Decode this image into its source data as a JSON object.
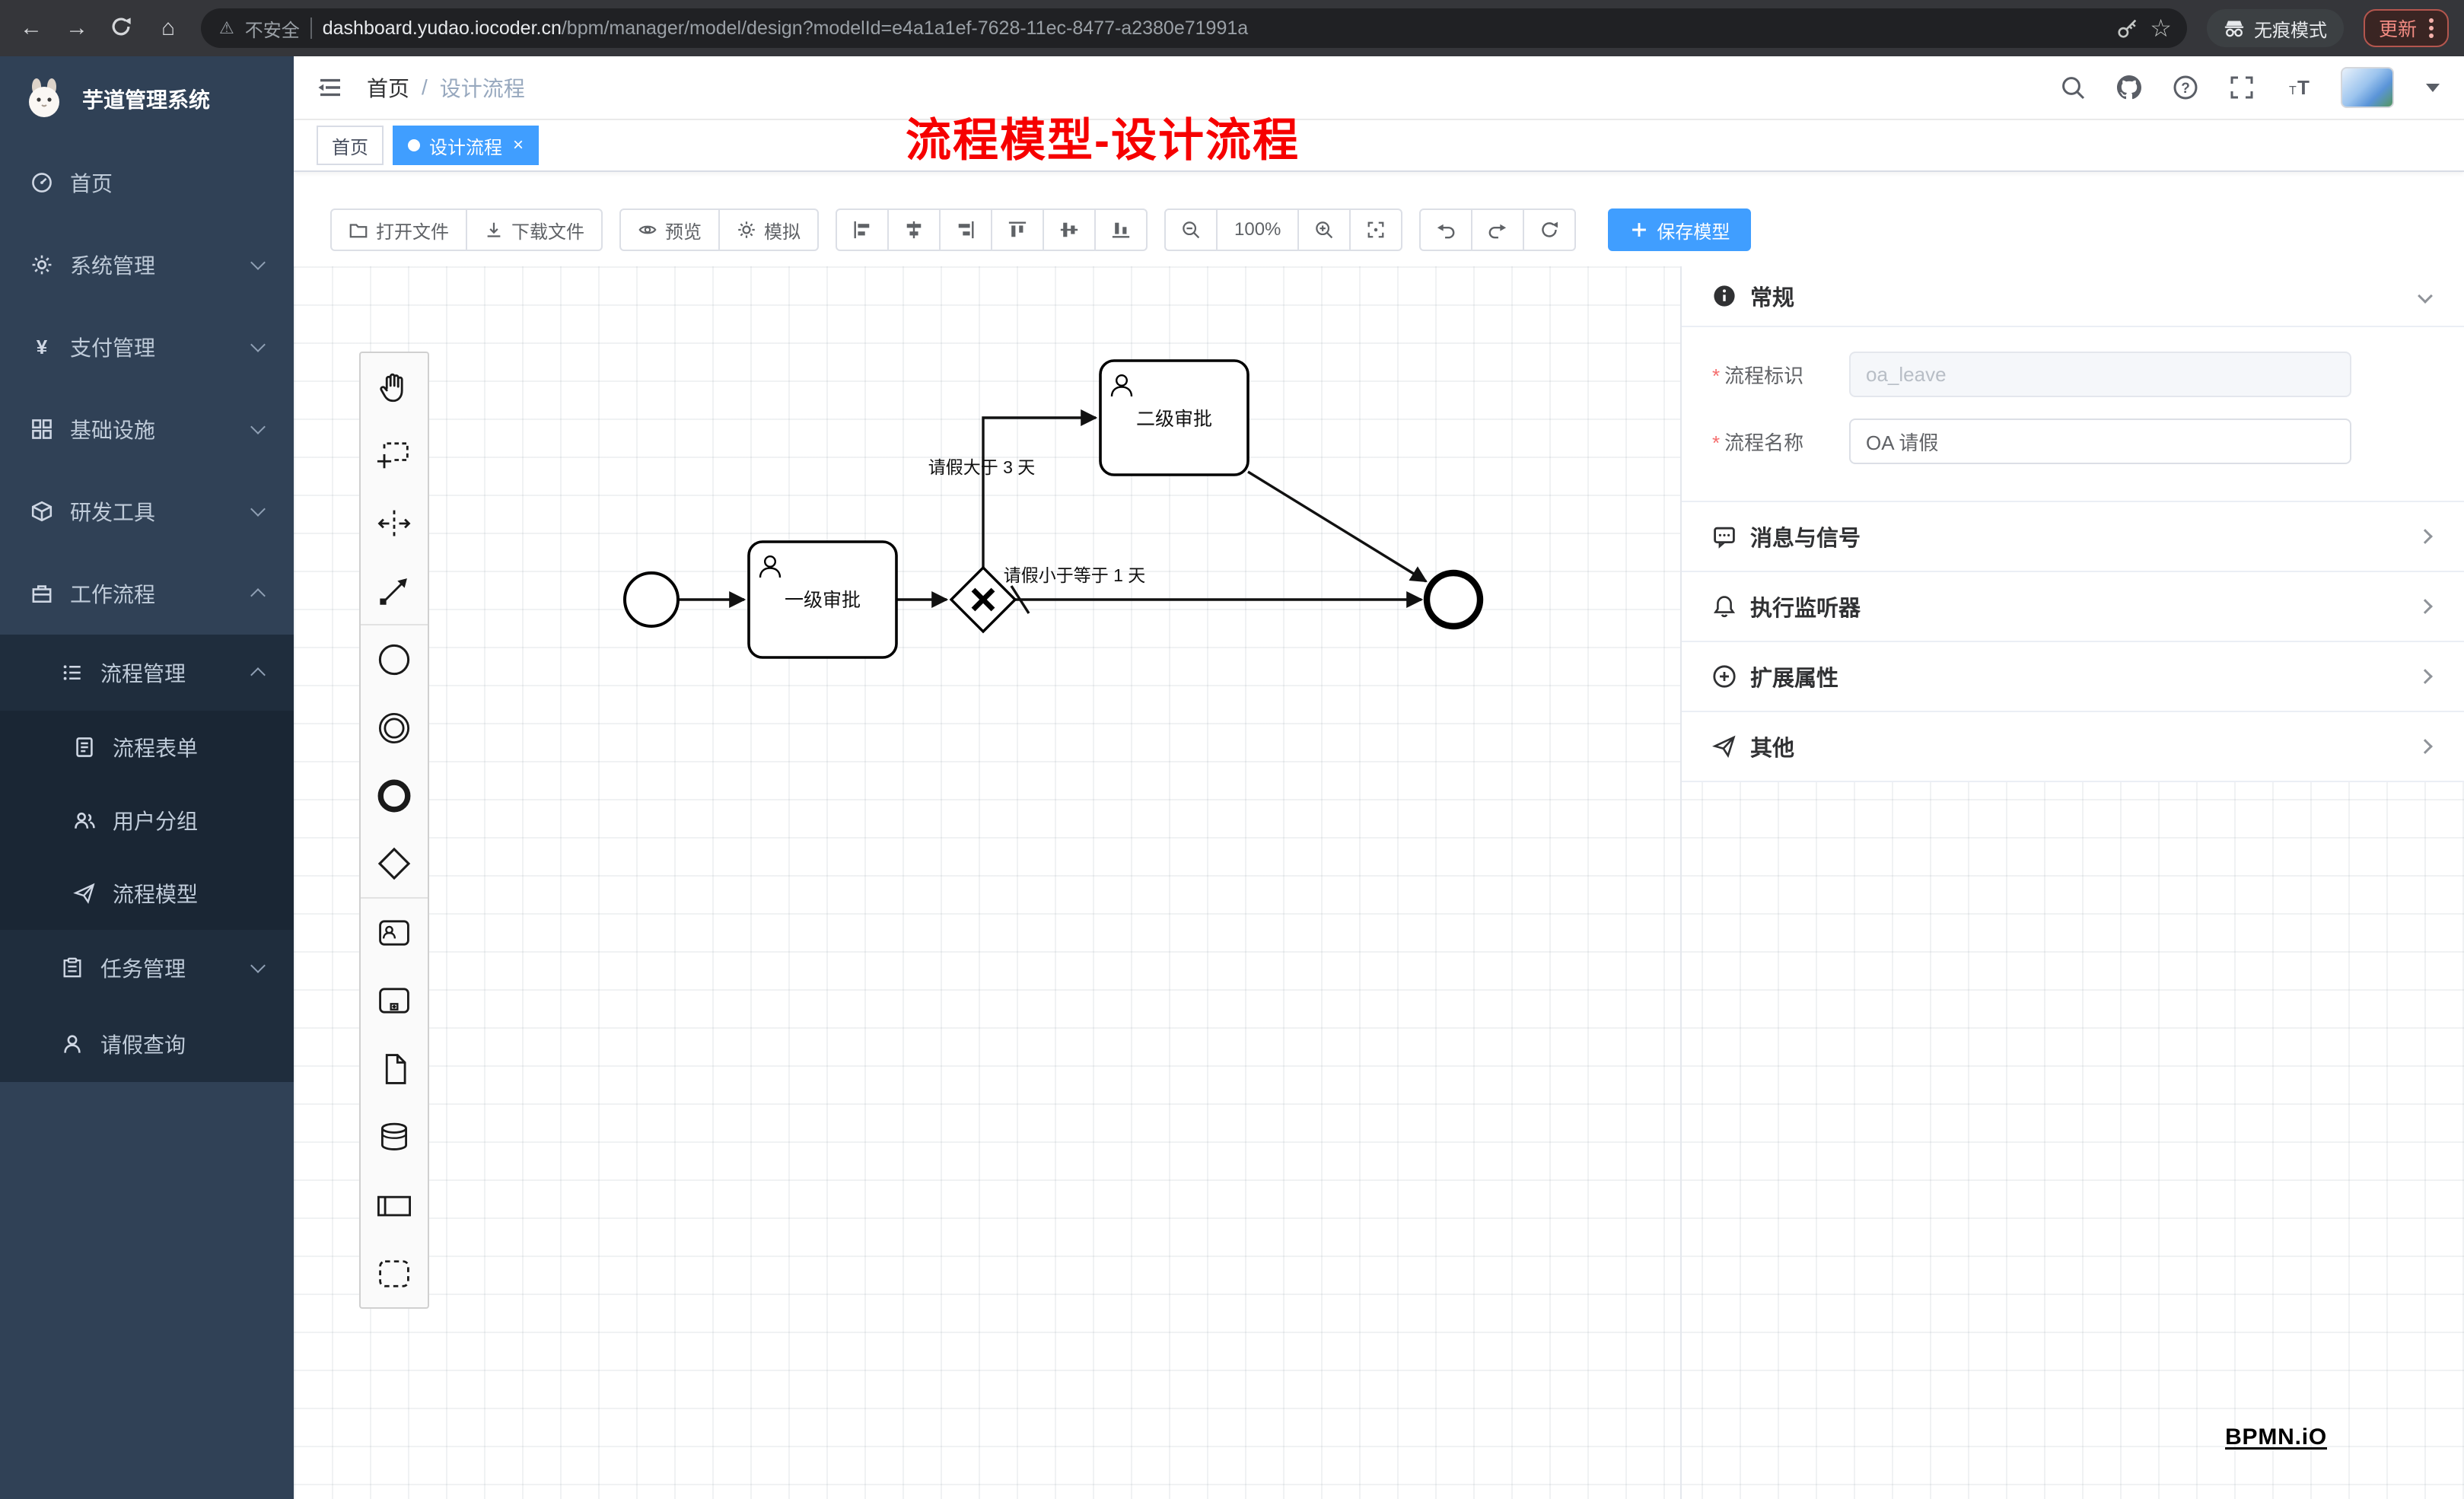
{
  "browser": {
    "security_label": "不安全",
    "url_domain": "dashboard.yudao.iocoder.cn",
    "url_path": "/bpm/manager/model/design?modelId=e4a1a1ef-7628-11ec-8477-a2380e71991a",
    "incognito_label": "无痕模式",
    "update_label": "更新"
  },
  "icons": {
    "help_glyph": "?",
    "font_size_glyph": "T"
  },
  "sidebar": {
    "logo_title": "芋道管理系统",
    "items": [
      {
        "label": "首页"
      },
      {
        "label": "系统管理"
      },
      {
        "label": "支付管理",
        "glyph": "¥"
      },
      {
        "label": "基础设施"
      },
      {
        "label": "研发工具"
      },
      {
        "label": "工作流程"
      },
      {
        "label": "流程管理"
      },
      {
        "label": "流程表单"
      },
      {
        "label": "用户分组"
      },
      {
        "label": "流程模型"
      },
      {
        "label": "任务管理"
      },
      {
        "label": "请假查询"
      }
    ]
  },
  "header": {
    "breadcrumb_home": "首页",
    "breadcrumb_sep": "/",
    "breadcrumb_current": "设计流程"
  },
  "tabs": [
    {
      "label": "首页"
    },
    {
      "label": "设计流程",
      "close": "×"
    }
  ],
  "annotation": "流程模型-设计流程",
  "toolbar": {
    "open_label": "打开文件",
    "download_label": "下载文件",
    "preview_label": "预览",
    "simulate_label": "模拟",
    "zoom_level": "100%",
    "save_label": "保存模型"
  },
  "diagram": {
    "task1": "一级审批",
    "task2": "二级审批",
    "flow_condition_gt3": "请假大于 3 天",
    "flow_condition_le1": "请假小于等于 1 天",
    "watermark": "BPMN.iO"
  },
  "panel": {
    "general_title": "常规",
    "required_marker": "*",
    "process_key_label": "流程标识",
    "process_key_value": "oa_leave",
    "process_name_label": "流程名称",
    "process_name_value": "OA 请假",
    "sections": [
      {
        "label": "消息与信号"
      },
      {
        "label": "执行监听器"
      },
      {
        "label": "扩展属性"
      },
      {
        "label": "其他"
      }
    ]
  }
}
